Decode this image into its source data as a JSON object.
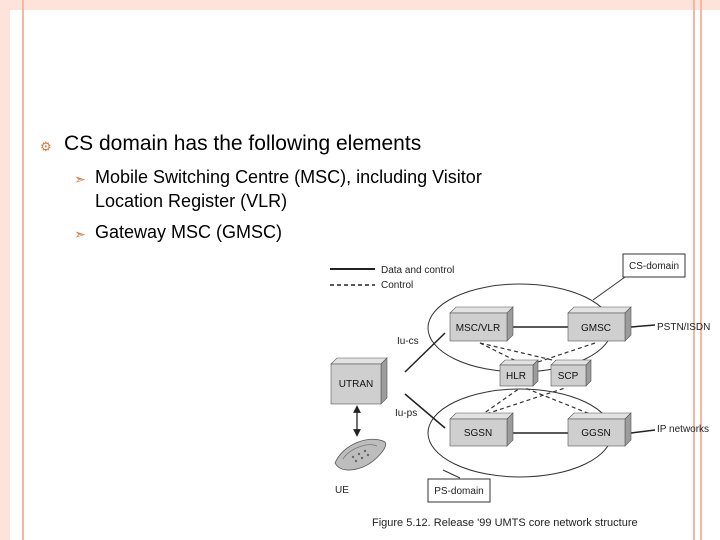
{
  "slide": {
    "bullets": {
      "main": "CS domain has the following elements",
      "sub1_line1": "Mobile Switching Centre (MSC), including Visitor",
      "sub1_line2": "Location Register (VLR)",
      "sub2": "Gateway MSC (GMSC)"
    }
  },
  "diagram": {
    "legend": {
      "data_control": "Data and control",
      "control": "Control"
    },
    "labels": {
      "cs_domain": "CS-domain",
      "ps_domain": "PS-domain",
      "msc_vlr": "MSC/VLR",
      "gmsc": "GMSC",
      "hlr": "HLR",
      "scp": "SCP",
      "sgsn": "SGSN",
      "ggsn": "GGSN",
      "utran": "UTRAN",
      "ue": "UE",
      "iu_cs": "Iu-cs",
      "iu_ps": "Iu-ps",
      "pstn": "PSTN/ISDN",
      "ip": "IP networks"
    },
    "caption": "Figure 5.12.  Release '99 UMTS core network structure"
  },
  "colors": {
    "accent": "#d9773e",
    "frame": "#fde3da",
    "box_fill": "#cfcfcf"
  }
}
